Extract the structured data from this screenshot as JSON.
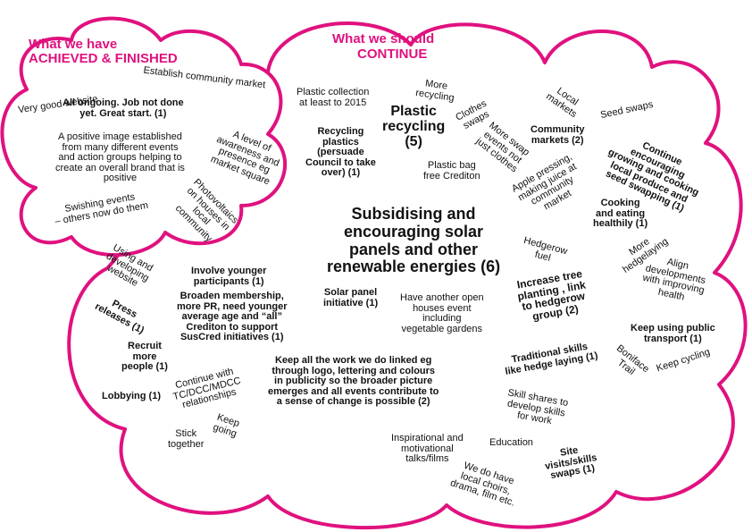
{
  "colors": {
    "accent": "#e0117f",
    "cloud_fill": "#ffffff",
    "text": "#111111"
  },
  "achieved": {
    "heading_line1": "What we have",
    "heading_line2": "ACHIEVED & FINISHED",
    "items": [
      "Very good website",
      "Establish community market",
      "All ongoing. Job not done\nyet. Great start. (1)",
      "A positive image established\nfrom many different events\nand action groups helping to\ncreate an overall brand that is\npositive",
      "A level of\nawareness and\npresence eg\nmarket square",
      "Swishing events\n– others now do them",
      "Photovoltaics\non houses in\nlocal\ncommunity"
    ]
  },
  "continue": {
    "heading_line1": "What we should",
    "heading_line2": "CONTINUE",
    "items": [
      "Plastic collection\nat least to 2015",
      "More\nrecycling",
      "Plastic\nrecycling\n(5)",
      "Recycling\nplastics\n(persuade\nCouncil to take\nover) (1)",
      "Clothes\nswaps",
      "More swap\nevents not\njust clothes",
      "Plastic bag\nfree Crediton",
      "Local\nmarkets",
      "Seed swaps",
      "Community\nmarkets (2)",
      "Continue\nencouraging\ngrowing and cooking\nlocal produce and\nseed swapping (1)",
      "Apple pressing,\nmaking juice at\ncommunity\nmarket",
      "Cooking\nand eating\nhealthily (1)",
      "Subsidising and\nencouraging solar\npanels and other\nrenewable energies (6)",
      "Hedgerow\nfuel",
      "More\nhedgelaying",
      "Align\ndevelopments\nwith improving\nhealth",
      "Using and\ndeveloping\nwebsite",
      "Involve younger\nparticipants (1)",
      "Broaden membership,\nmore PR, need younger\naverage age and “all”\nCrediton to support\nSusCred initiatives (1)",
      "Press\nreleases (1)",
      "Solar panel\ninitiative (1)",
      "Have another open\nhouses event\nincluding\nvegetable gardens",
      "Increase tree\nplanting , link\nto hedgerow\ngroup (2)",
      "Keep using public\ntransport (1)",
      "Recruit\nmore\npeople (1)",
      "Keep all the work we do linked eg\nthrough logo, lettering and colours\nin publicity so the broader picture\nemerges and all events contribute to\na sense of change is possible (2)",
      "Traditional skills\nlike hedge laying (1)",
      "Boniface\nTrail",
      "Keep cycling",
      "Lobbying (1)",
      "Continue with\nTC/DCC/MDCC\nrelationships",
      "Skill shares to\ndevelop skills\nfor work",
      "Keep\ngoing",
      "Stick\ntogether",
      "Inspirational and\nmotivational\ntalks/films",
      "Education",
      "Site\nvisits/skills\nswaps (1)",
      "We do have\nlocal choirs,\ndrama, film etc."
    ]
  }
}
